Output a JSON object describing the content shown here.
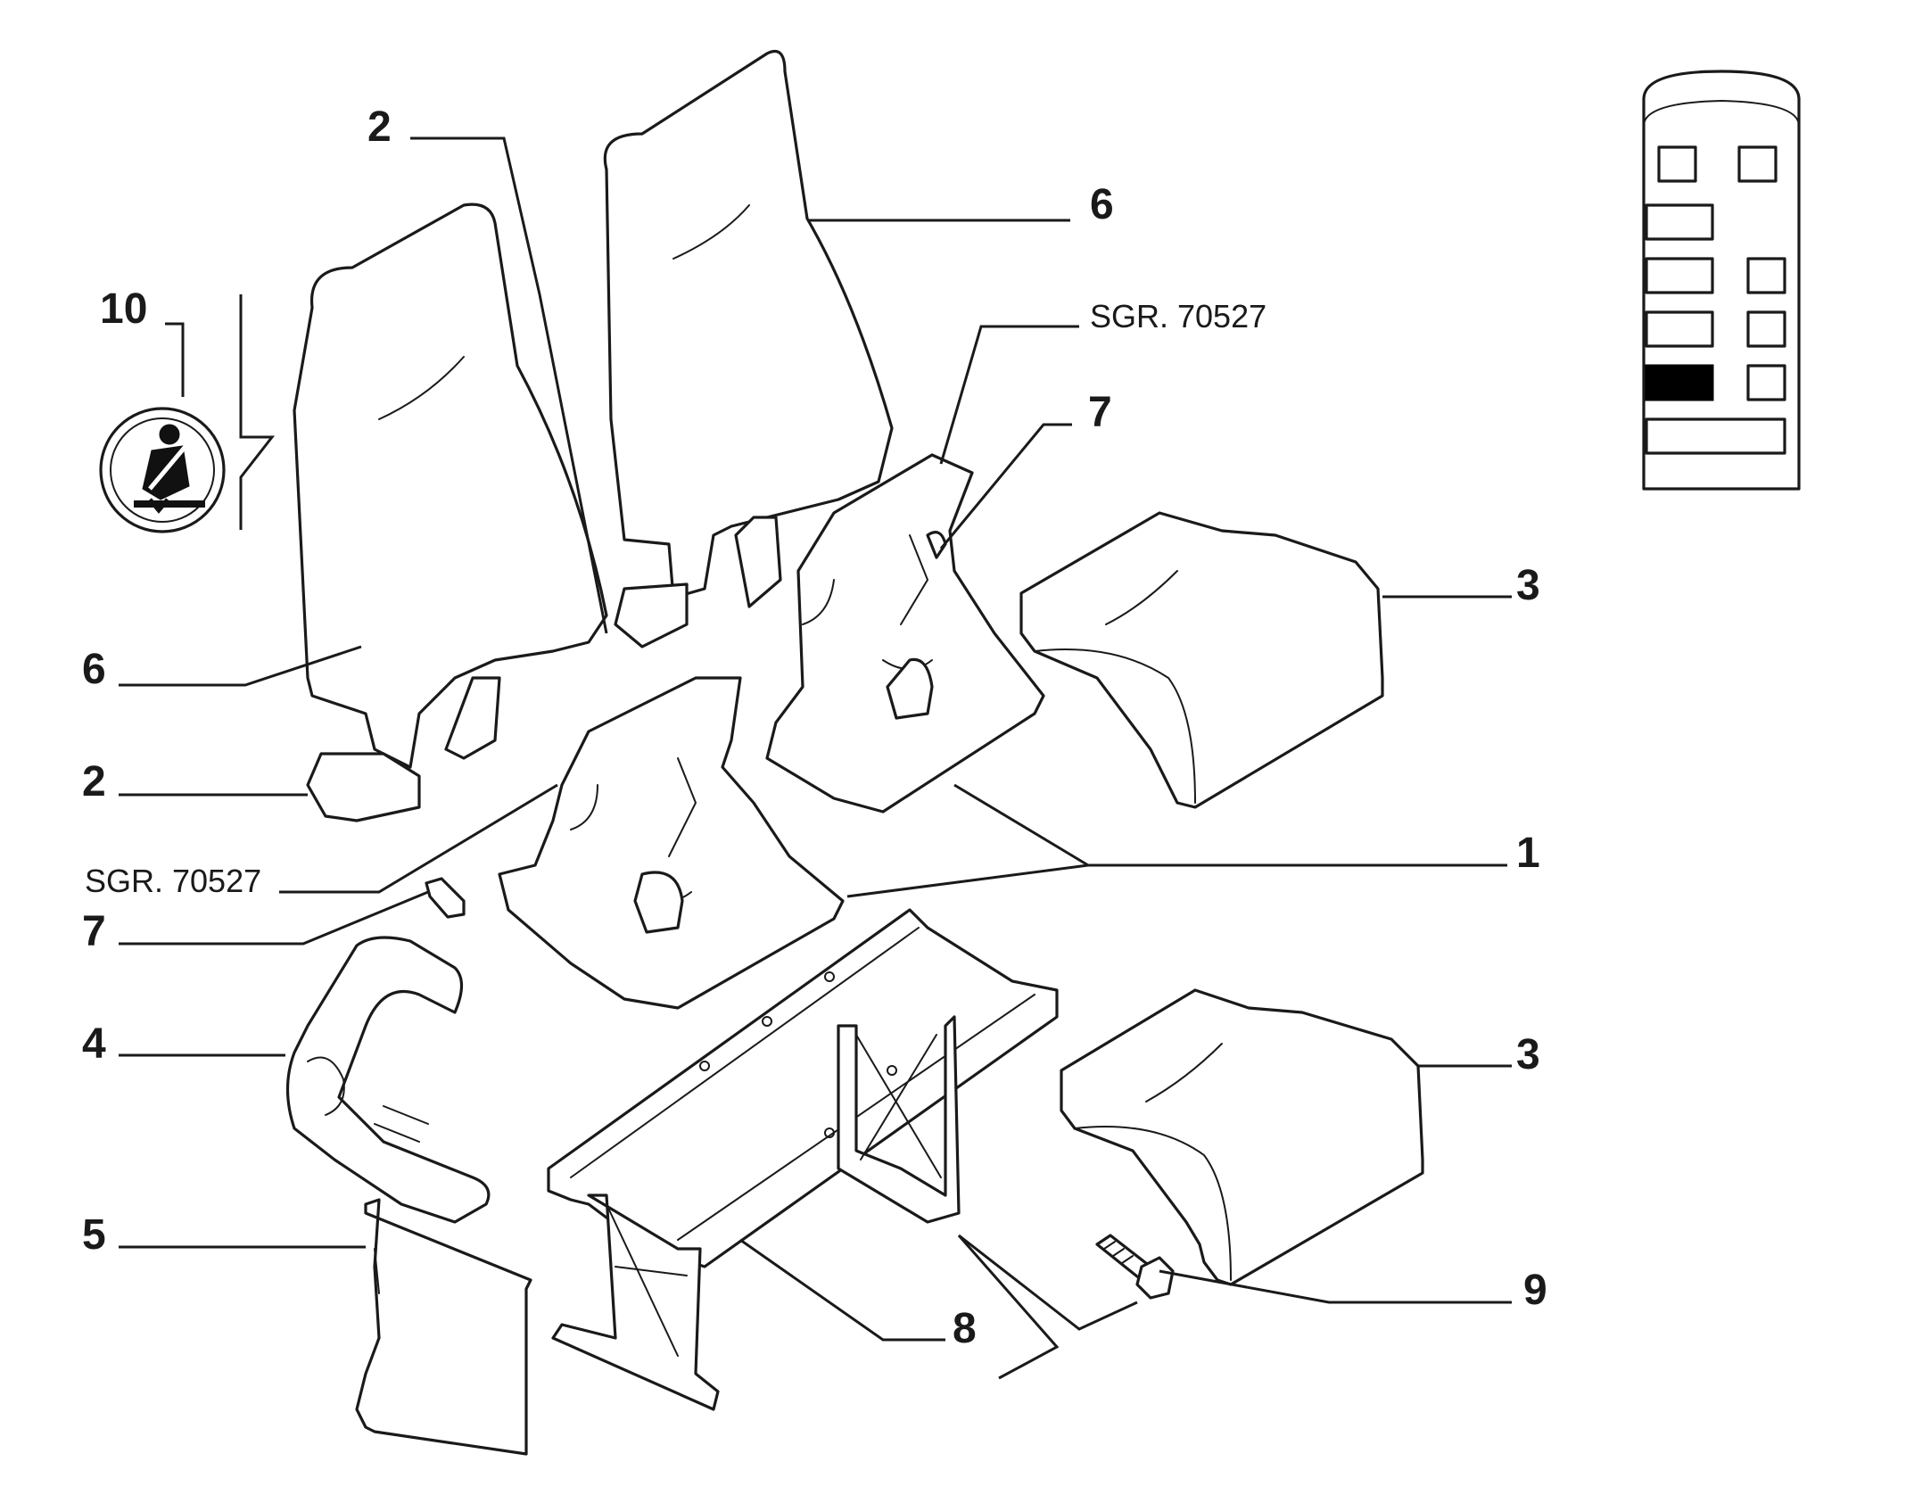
{
  "diagram": {
    "callouts": {
      "c1": "1",
      "c2a": "2",
      "c2b": "2",
      "c3a": "3",
      "c3b": "3",
      "c4": "4",
      "c5": "5",
      "c6a": "6",
      "c6b": "6",
      "c7a": "7",
      "c7b": "7",
      "c8": "8",
      "c9": "9",
      "c10": "10"
    },
    "references": {
      "sgr_top": "SGR. 70527",
      "sgr_left": "SGR. 70527"
    },
    "locator": {
      "highlighted_slot": 6,
      "highlight_color": "#000000"
    },
    "icons": [
      "seatbelt-warning-icon",
      "vehicle-seat-layout-icon"
    ]
  }
}
